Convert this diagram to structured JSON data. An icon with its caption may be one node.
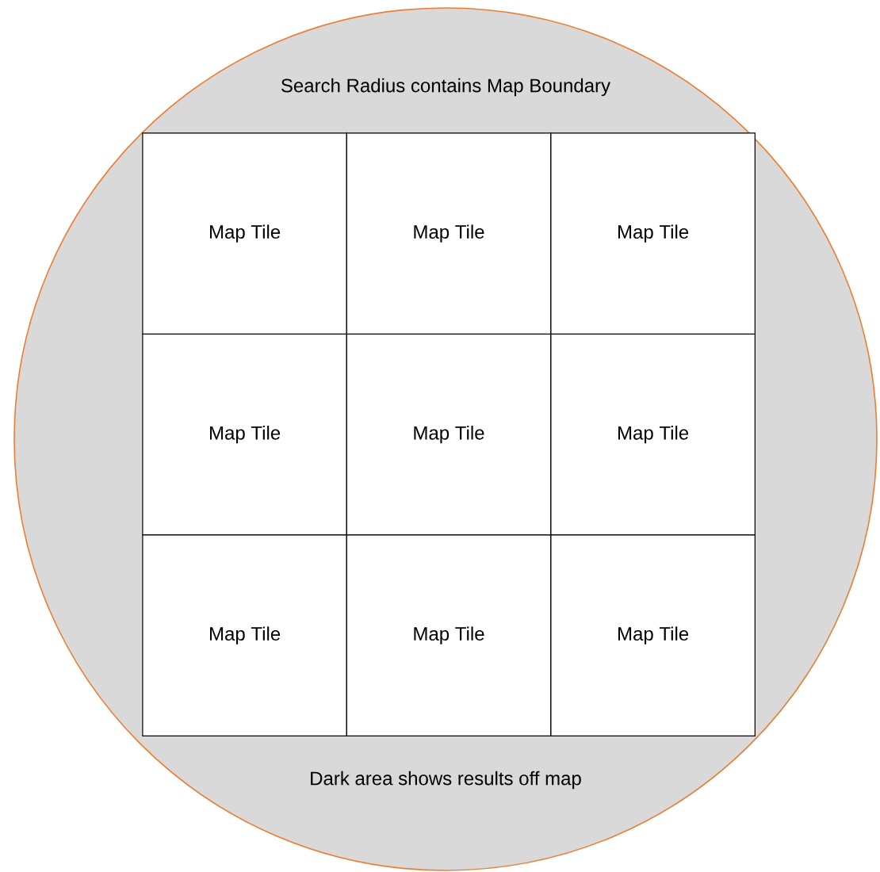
{
  "diagram": {
    "nodes": [
      {
        "text": [
          "Search Radius contains Map Boundary",
          "Dark area shows results off map"
        ]
      },
      {
        "text": [
          "Map Tile"
        ],
        "in": 0
      },
      {
        "text": [
          "Map Tile"
        ],
        "in": 0
      },
      {
        "text": [
          "Map Tile"
        ],
        "in": 0
      },
      {
        "text": [
          "Map Tile"
        ],
        "in": 0
      },
      {
        "text": [
          "Map Tile"
        ],
        "in": 0
      },
      {
        "text": [
          "Map Tile"
        ],
        "in": 0
      },
      {
        "text": [
          "Map Tile"
        ],
        "in": 0
      },
      {
        "text": [
          "Map Tile"
        ],
        "in": 0
      },
      {
        "text": [
          "Map Tile"
        ],
        "in": 0
      }
    ]
  }
}
